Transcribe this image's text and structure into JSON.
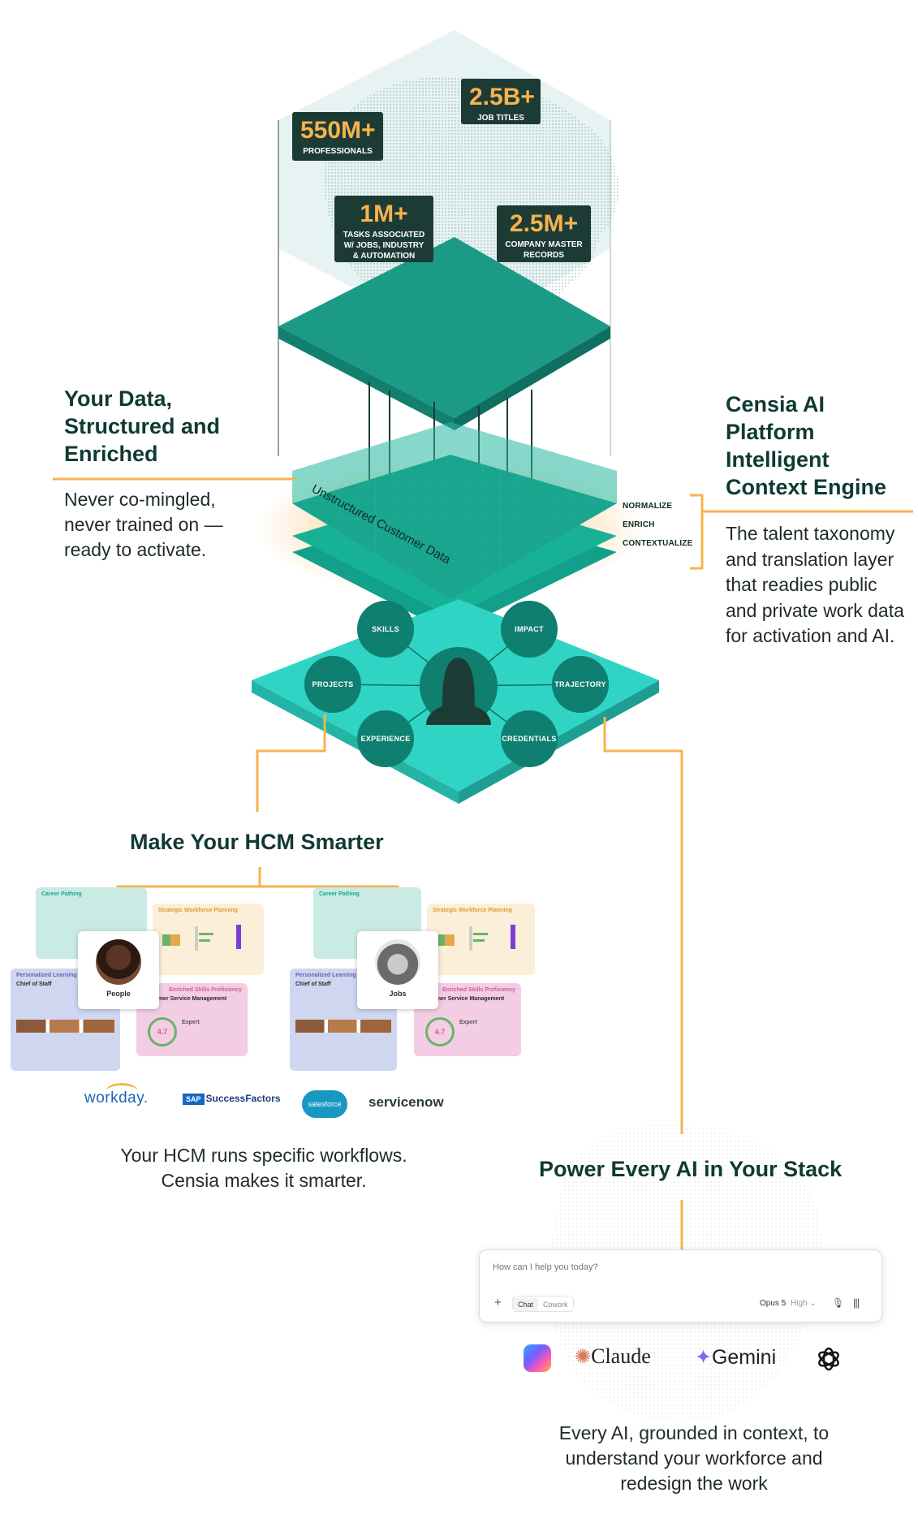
{
  "stats": [
    {
      "value": "550M+",
      "label": "PROFESSIONALS"
    },
    {
      "value": "2.5B+",
      "label": "JOB TITLES"
    },
    {
      "value": "1M+",
      "label": "TASKS ASSOCIATED W/ JOBS, INDUSTRY & AUTOMATION"
    },
    {
      "value": "2.5M+",
      "label": "COMPANY MASTER RECORDS"
    }
  ],
  "left_block": {
    "title": "Your Data, Structured and Enriched",
    "body": "Never co-mingled, never trained on — ready to activate."
  },
  "right_block": {
    "title": "Censia AI Platform Intelligent Context Engine",
    "body": "The talent taxonomy and translation layer that readies public and private work data for activation and AI."
  },
  "layer_text": "Unstructured Customer Data",
  "layer_labels": [
    "NORMALIZE",
    "ENRICH",
    "CONTEXTUALIZE"
  ],
  "nodes": [
    "SKILLS",
    "IMPACT",
    "PROJECTS",
    "TRAJECTORY",
    "EXPERIENCE",
    "CREDENTIALS"
  ],
  "hcm": {
    "title": "Make Your HCM Smarter",
    "body": "Your HCM runs specific workflows. Censia makes it smarter.",
    "cards": {
      "career": "Career Pathing",
      "strategic": "Strategic Workforce Planning",
      "learning": "Personalized Learning",
      "enriched": "Enriched Skills Proficiency",
      "chief": "Chief of Staff",
      "service": "Customer Service Management",
      "expert": "Expert",
      "score": "4.7"
    },
    "avatars": [
      "People",
      "Jobs"
    ],
    "logos": [
      "workday.",
      "SuccessFactors",
      "salesforce",
      "servicenow"
    ]
  },
  "ai": {
    "title": "Power Every AI in Your Stack",
    "placeholder": "How can I help you today?",
    "chips": [
      "Chat",
      "Cowork"
    ],
    "model": "Opus 5",
    "effort": "High",
    "logos": [
      "Claude",
      "Gemini"
    ],
    "body": "Every AI, grounded in context, to understand your workforce and redesign the work"
  },
  "colors": {
    "teal": "#1aa58e",
    "teal_dark": "#0f7f6f",
    "cyan": "#2fd4c4",
    "orange": "#f6b34d",
    "navy": "#1d3b35"
  }
}
